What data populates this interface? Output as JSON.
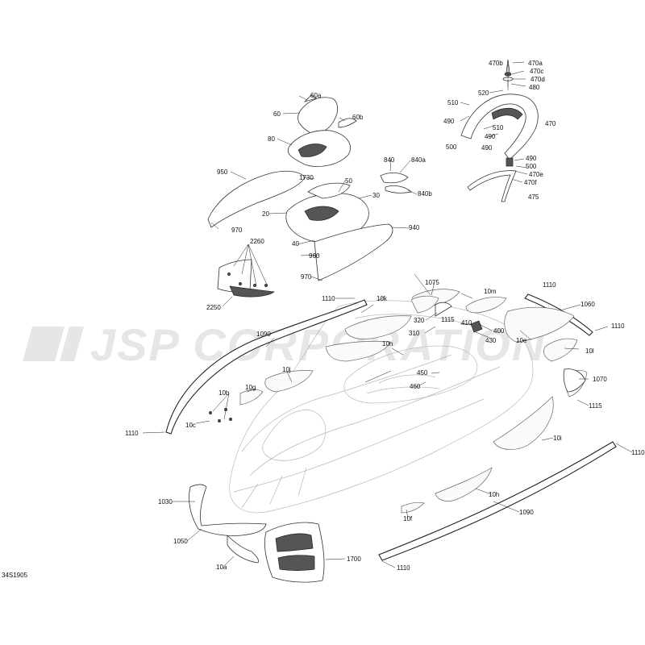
{
  "watermark": "JSP CORPORATION",
  "diagram_code": "34S1905",
  "callouts": {
    "c470b": "470b",
    "c470a": "470a",
    "c470c": "470c",
    "c470d": "470d",
    "c480": "480",
    "c520": "520",
    "c510a": "510",
    "c490a": "490",
    "c510b": "510",
    "c470": "470",
    "c490b": "490",
    "c500a": "500",
    "c490c": "490",
    "c500b": "500",
    "c470e": "470e",
    "c470f": "470f",
    "c475": "475",
    "c60a": "60a",
    "c60": "60",
    "c60b": "60b",
    "c80": "80",
    "c950": "950",
    "c1730": "1730",
    "c50": "50",
    "c30": "30",
    "c20": "20",
    "c40": "40",
    "c970a": "970",
    "c840": "840",
    "c840a": "840a",
    "c840b": "840b",
    "c940": "940",
    "c960": "960",
    "c2260": "2260",
    "c2250": "2250",
    "c970b": "970",
    "c1110a": "1110",
    "c10k": "10k",
    "c1075": "1075",
    "c1110b": "1110",
    "c10m": "10m",
    "c1060": "1060",
    "c1110c": "1110",
    "c320": "320",
    "c1115a": "1115",
    "c410": "410",
    "c310": "310",
    "c400": "400",
    "c430": "430",
    "c10e": "10e",
    "c10l": "10l",
    "c1090a": "1090",
    "c10n": "10n",
    "c10j": "10j",
    "c450": "450",
    "c460": "460",
    "c1070": "1070",
    "c10g": "10g",
    "c10b": "10b",
    "c1115b": "1115",
    "c1110d": "1110",
    "c10c": "10c",
    "c10i": "10i",
    "c1110e": "1110",
    "c10h": "10h",
    "c1030": "1030",
    "c1090b": "1090",
    "c10f": "10f",
    "c1050": "1050",
    "c1700": "1700",
    "c10a": "10a",
    "c1110f": "1110"
  }
}
